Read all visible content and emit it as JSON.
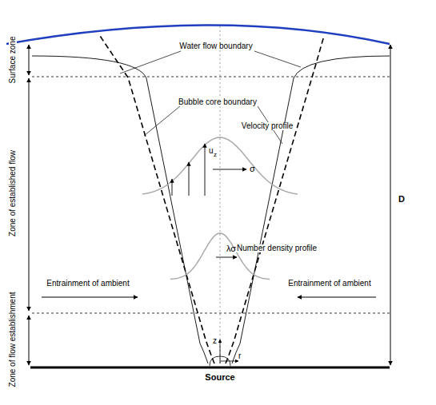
{
  "diagram": {
    "labels": [
      "Surface zone",
      "Zone of established flow",
      "Zone of flow establishment",
      "Water flow boundary",
      "Bubble core boundary",
      "Velocity profile",
      "u",
      "z",
      "σ",
      "Number density profile",
      "λσ",
      "Entrainment of ambient",
      "Entrainment of ambient",
      "z",
      "r",
      "D",
      "Source"
    ]
  }
}
